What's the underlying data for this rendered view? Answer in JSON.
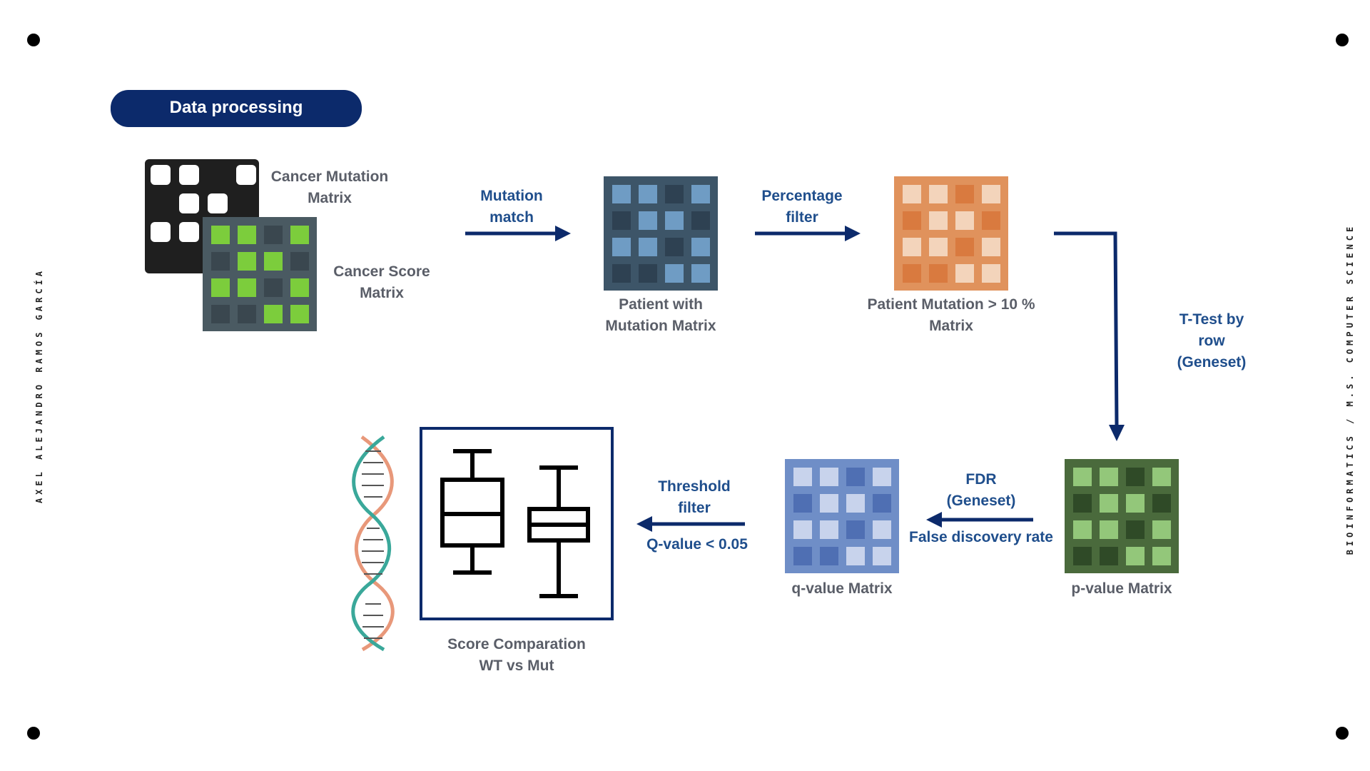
{
  "header": {
    "title": "Data processing"
  },
  "side": {
    "left": "AXEL ALEJANDRO RAMOS GARCÍA",
    "right": "BIOINFORMATICS / M.S. COMPUTER SCIENCE"
  },
  "nodes": {
    "cancer_mutation": [
      "Cancer Mutation",
      "Matrix"
    ],
    "cancer_score": [
      "Cancer Score",
      "Matrix"
    ],
    "patient_mutation": [
      "Patient with",
      "Mutation Matrix"
    ],
    "patient_pct": [
      "Patient Mutation > 10 %",
      "Matrix"
    ],
    "pvalue": "p-value Matrix",
    "qvalue": "q-value Matrix",
    "score_comp": [
      "Score Comparation",
      "WT vs Mut"
    ]
  },
  "edges": {
    "mutation_match": [
      "Mutation",
      "match"
    ],
    "percentage_filter": [
      "Percentage",
      "filter"
    ],
    "ttest": [
      "T-Test by",
      "row",
      "(Geneset)"
    ],
    "fdr": [
      "FDR",
      "(Geneset)"
    ],
    "fdr_full": "False discovery rate",
    "threshold": [
      "Threshold",
      "filter"
    ],
    "qvalue_cond": "Q-value < 0.05"
  },
  "colors": {
    "pill": "#0c2a6b",
    "arrow": "#0c2a6b",
    "edge_text": "#1f4e8c",
    "node_text": "#5a5e68"
  }
}
